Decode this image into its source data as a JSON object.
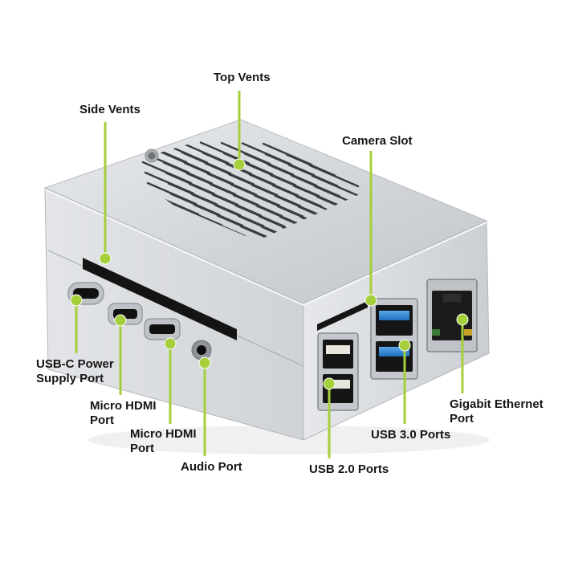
{
  "diagram": {
    "accent_color": "#a6cf3c",
    "callouts": [
      {
        "id": "top-vents",
        "lines": [
          "Top Vents"
        ]
      },
      {
        "id": "side-vents",
        "lines": [
          "Side Vents"
        ]
      },
      {
        "id": "camera-slot",
        "lines": [
          "Camera Slot"
        ]
      },
      {
        "id": "usb-c-power",
        "lines": [
          "USB-C Power",
          "Supply Port"
        ]
      },
      {
        "id": "micro-hdmi-1",
        "lines": [
          "Micro HDMI",
          "Port"
        ]
      },
      {
        "id": "micro-hdmi-2",
        "lines": [
          "Micro HDMI",
          "Port"
        ]
      },
      {
        "id": "audio-port",
        "lines": [
          "Audio Port"
        ]
      },
      {
        "id": "usb-2-ports",
        "lines": [
          "USB 2.0 Ports"
        ]
      },
      {
        "id": "usb-3-ports",
        "lines": [
          "USB 3.0 Ports"
        ]
      },
      {
        "id": "gigabit-ethernet",
        "lines": [
          "Gigabit Ethernet",
          "Port"
        ]
      }
    ]
  }
}
